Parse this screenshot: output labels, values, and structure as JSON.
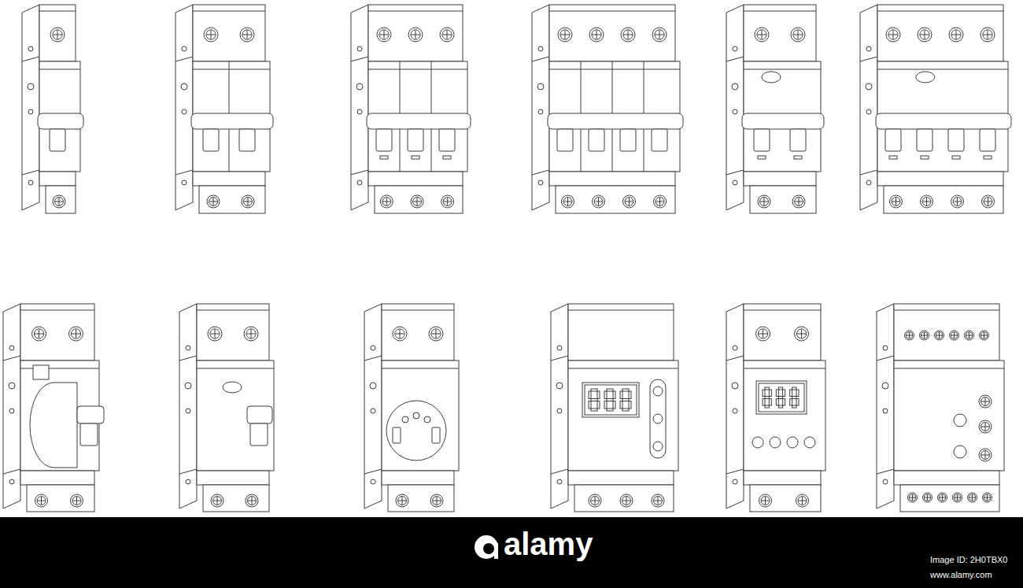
{
  "diagram": {
    "labels": [
      "alamy",
      "Image ID: 2H0TBX0",
      "www.alamy.com"
    ]
  }
}
